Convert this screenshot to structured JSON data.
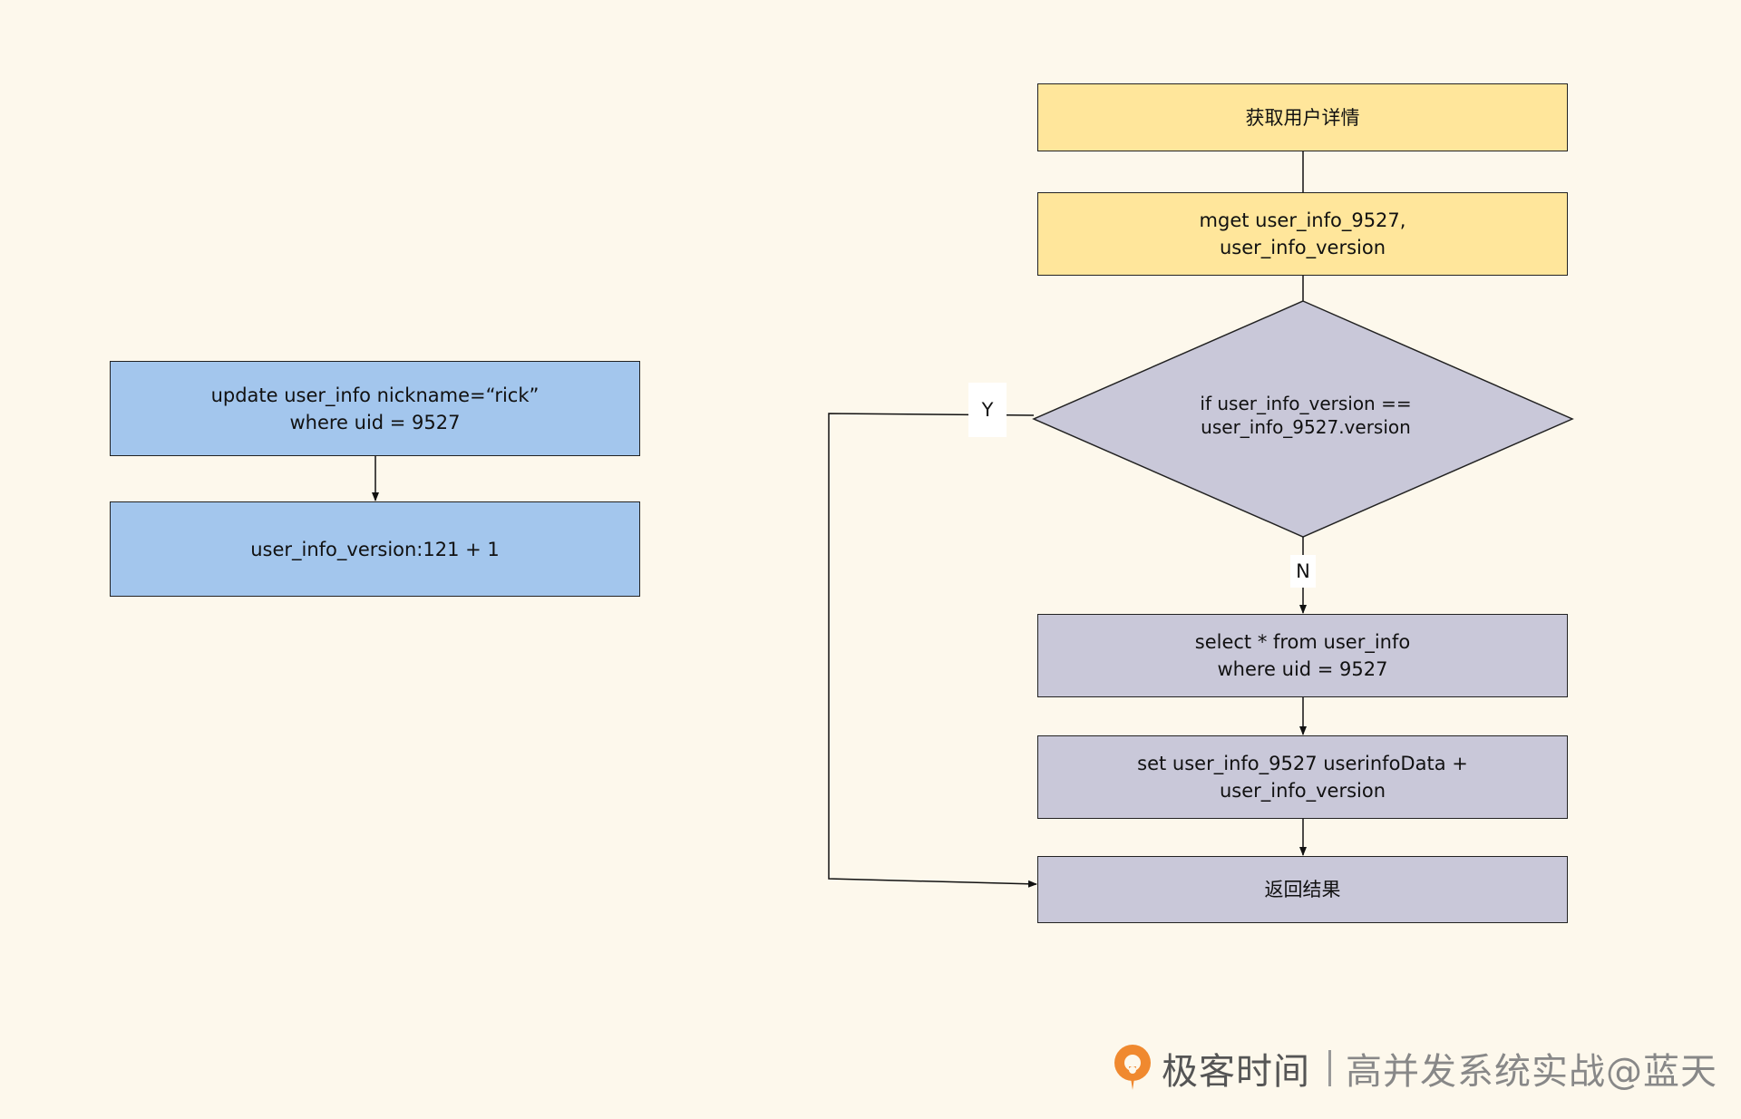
{
  "left_flow": {
    "update_box": "update user_info nickname=“rick”\nwhere uid = 9527",
    "version_box": "user_info_version:121 + 1"
  },
  "right_flow": {
    "get_detail": "获取用户详情",
    "mget_box": "mget user_info_9527,\nuser_info_version",
    "decision": "if user_info_version ==\nuser_info_9527.version",
    "yes_label": "Y",
    "no_label": "N",
    "select_box": "select * from  user_info\nwhere uid = 9527",
    "set_box": "set user_info_9527  userinfoData +\nuser_info_version",
    "return_box": "返回结果"
  },
  "footer": {
    "brand": "极客时间",
    "course": "高并发系统实战@蓝天"
  },
  "colors": {
    "background": "#fdf8ec",
    "yellow_fill": "#ffe69b",
    "blue_fill": "#a3c6ed",
    "gray_fill": "#c9c8d9",
    "logo_orange": "#f0892f"
  }
}
